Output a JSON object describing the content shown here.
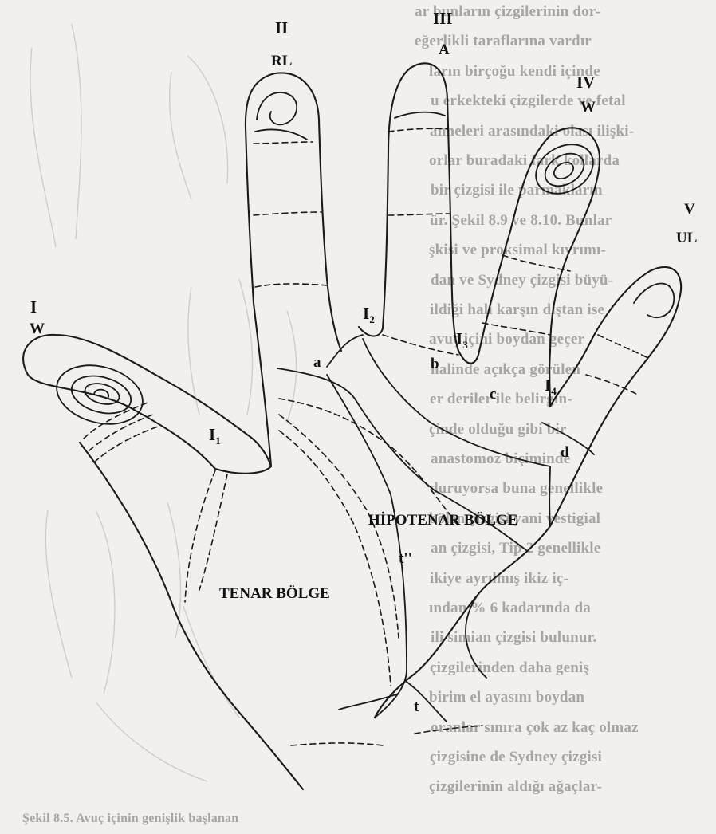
{
  "fingers": [
    {
      "roman": "I",
      "pattern": "W"
    },
    {
      "roman": "II",
      "pattern": "RL"
    },
    {
      "roman": "III",
      "pattern": "A"
    },
    {
      "roman": "IV",
      "pattern": "W"
    },
    {
      "roman": "V",
      "pattern": "UL"
    }
  ],
  "interdigital": [
    {
      "letter": "I",
      "index": "1"
    },
    {
      "letter": "I",
      "index": "2"
    },
    {
      "letter": "I",
      "index": "3"
    },
    {
      "letter": "I",
      "index": "4"
    }
  ],
  "triradii": [
    "a",
    "b",
    "c",
    "d",
    "t",
    "t''"
  ],
  "regions": {
    "thenar": "TENAR BÖLGE",
    "hypothenar": "HİPOTENAR BÖLGE"
  },
  "background_lines": [
    "ar bunların çizgilerinin dor-",
    "eğerlikli taraflarına vardır",
    "ların birçoğu kendi içinde",
    "u erkekteki çizgilerde ve fetal",
    "anneleri arasındaki olası ilişki-",
    "orlar buradaki fark kollarda",
    "bir çizgisi ile parmakların",
    "ür. Şekil 8.9 ve 8.10. Bunlar",
    "şkisi ve proksimal kıvrımı-",
    "dan ve Sydney çizgisi büyü-",
    "ildiği hali karşın dıştan ise",
    "avuç içini boydan geçer",
    "halinde açıkça görülen",
    "er deriler ile belirgin-",
    "çinde olduğu gibi bir",
    "anastomoz biçiminde",
    "duruyorsa buna genellikle",
    "bölen çizgisi yani vestigial",
    "an çizgisi, Tip 2 genellikle",
    "ikiye ayrılmış ikiz iç-",
    "ından % 6 kadarında da",
    "ili simian çizgisi bulunur.",
    "çizgilerinden daha geniş",
    "birim el ayasını boydan",
    "oranlar sınıra çok az kaç olmaz",
    "çizgisine de Sydney çizgisi",
    "çizgilerinin aldığı ağaçlar-"
  ],
  "caption": "Şekil 8.5. Avuç içinin genişlik başlanan"
}
